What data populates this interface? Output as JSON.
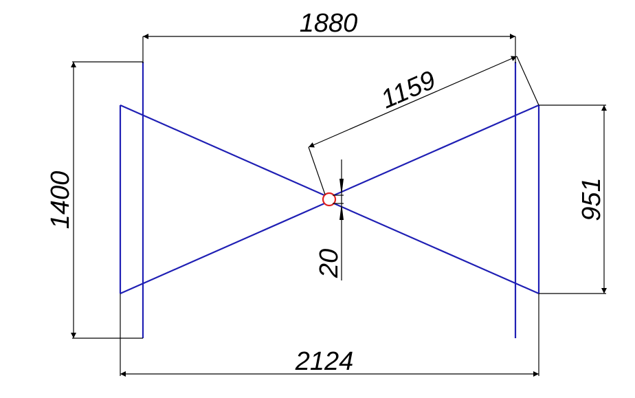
{
  "drawing": {
    "colors": {
      "antenna": "#1f1fb4",
      "dimension": "#000000",
      "feed_marker": "#e0201f",
      "background": "#ffffff"
    },
    "dimensions": {
      "top_width": "1880",
      "diagonal_length": "1159",
      "left_height": "1400",
      "right_height": "951",
      "feed_gap": "20",
      "bottom_width": "2124"
    }
  }
}
